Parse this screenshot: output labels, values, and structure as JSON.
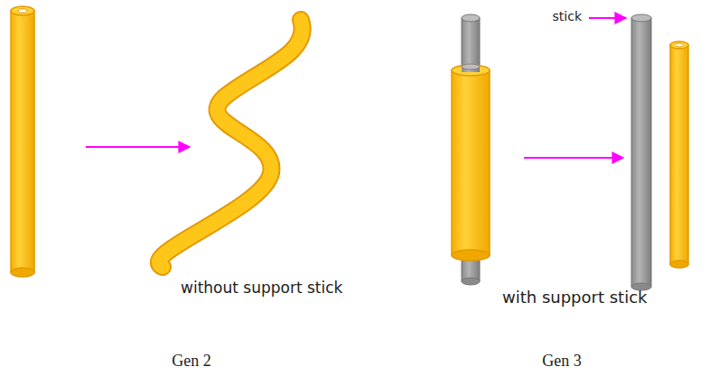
{
  "diagram": {
    "labels": [
      "without support stick",
      "stick",
      "with support stick",
      "Gen 2",
      "Gen 3"
    ]
  }
}
